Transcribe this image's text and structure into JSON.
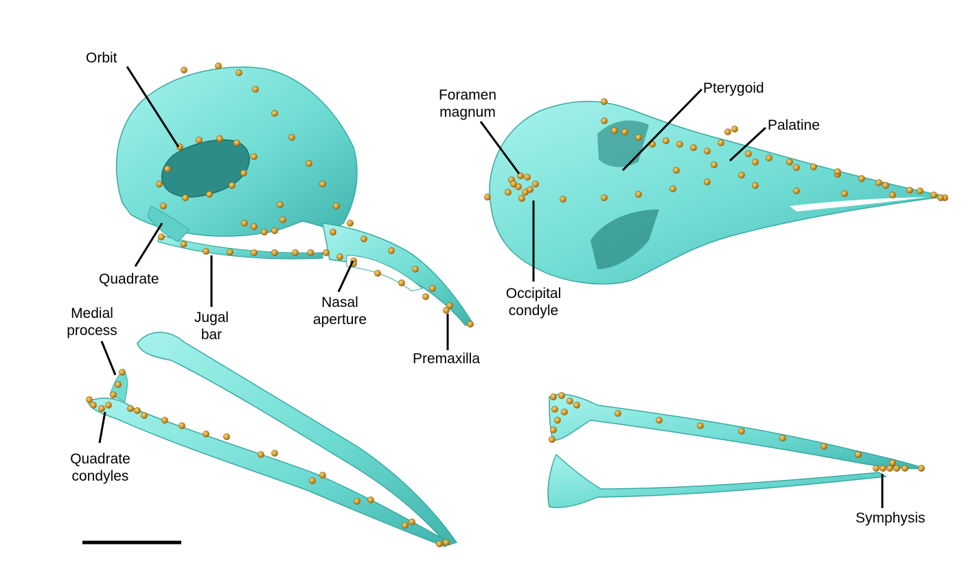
{
  "colors": {
    "bone": "#7fe8df",
    "bone_shadow": "#4fc4bc",
    "bone_dark": "#2f9a94",
    "landmark": "#d39a2a",
    "landmark_dark": "#9a6a12",
    "line": "#000000"
  },
  "views": {
    "skull_lateral": "skull-lateral-view",
    "skull_ventral": "skull-ventral-view",
    "mandible_dorsal_1": "mandible-view-a",
    "mandible_dorsal_2": "mandible-view-b"
  },
  "labels": {
    "orbit": "Orbit",
    "quadrate": "Quadrate",
    "jugal_bar_1": "Jugal",
    "jugal_bar_2": "bar",
    "nasal_aperture_1": "Nasal",
    "nasal_aperture_2": "aperture",
    "premaxilla": "Premaxilla",
    "foramen_magnum_1": "Foramen",
    "foramen_magnum_2": "magnum",
    "pterygoid": "Pterygoid",
    "palatine": "Palatine",
    "occipital_condyle_1": "Occipital",
    "occipital_condyle_2": "condyle",
    "medial_process_1": "Medial",
    "medial_process_2": "process",
    "quadrate_condyles_1": "Quadrate",
    "quadrate_condyles_2": "condyles",
    "symphysis": "Symphysis"
  },
  "scale_bar": {
    "label": ""
  }
}
